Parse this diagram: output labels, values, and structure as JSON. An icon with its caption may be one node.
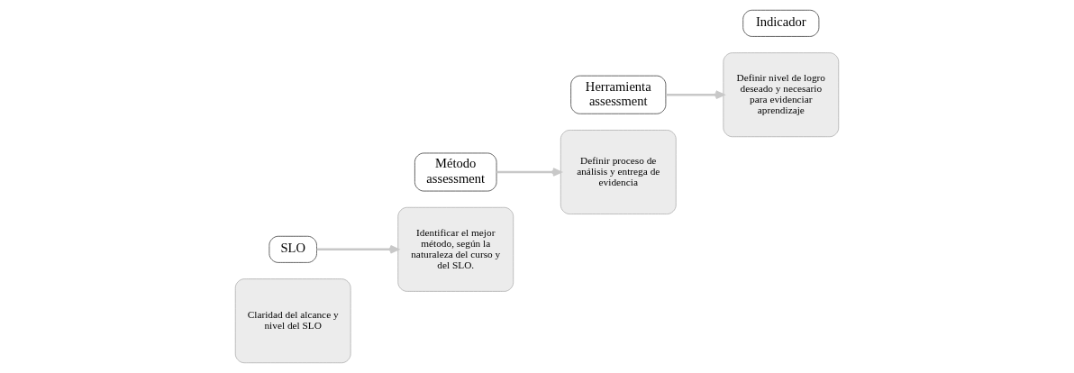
{
  "diagram": {
    "nodes": [
      {
        "text": [
          "Claridad del alcance y nivel del SLO"
        ]
      },
      {
        "text": [
          "SLO"
        ]
      },
      {
        "text": [
          "Identificar el mejor método, según la naturaleza del curso y del SLO."
        ]
      },
      {
        "text": [
          "Método assessment"
        ]
      },
      {
        "text": [
          "Definir proceso de análisis y entrega de evidencia"
        ]
      },
      {
        "text": [
          "Herramienta assessment"
        ]
      },
      {
        "text": [
          "Definir nivel de logro deseado y necesario para evidenciar aprendizaje"
        ]
      },
      {
        "text": [
          "Indicador"
        ]
      }
    ],
    "edges": [
      {
        "from": 1,
        "to": 2,
        "arrow": "to"
      },
      {
        "from": 3,
        "to": 4,
        "arrow": "to"
      },
      {
        "from": 5,
        "to": 6,
        "arrow": "to"
      }
    ]
  }
}
